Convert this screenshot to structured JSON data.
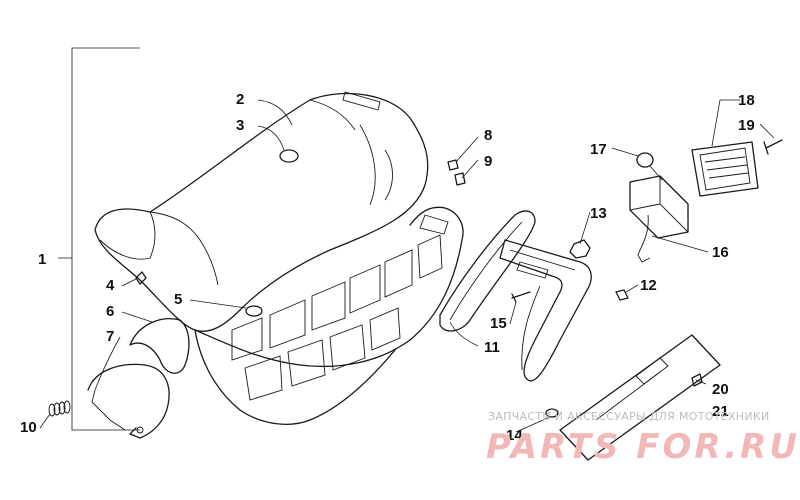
{
  "callouts": [
    "1",
    "2",
    "3",
    "4",
    "5",
    "6",
    "7",
    "8",
    "9",
    "10",
    "11",
    "12",
    "13",
    "14",
    "15",
    "16",
    "17",
    "18",
    "19",
    "20",
    "21"
  ],
  "watermark": {
    "subtitle": "ЗАПЧАСТИ И АКСЕССУАРЫ ДЛЯ МОТОТЕХНИКИ",
    "brand": "PARTS FOR.RU"
  }
}
